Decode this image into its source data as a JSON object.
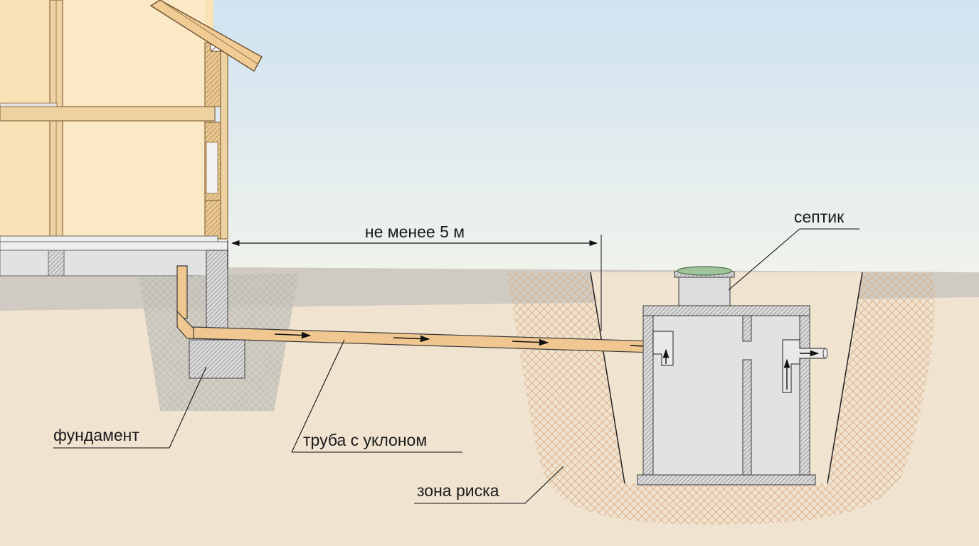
{
  "labels": {
    "distance": "не менее 5 м",
    "septic": "септик",
    "foundation": "фундамент",
    "pipe": "труба с уклоном",
    "risk_zone": "зона риска"
  },
  "colors": {
    "sky_top": "#cfe3f1",
    "sky_bottom": "#f1f3ec",
    "soil": "#f0e3d0",
    "topsoil": "#c9c7c0",
    "house_wall": "#f8e2b6",
    "timber": "#efd2a2",
    "pipe": "#f0c790",
    "risk_hatch": "#d8ae86",
    "concrete": "#dadada",
    "tank_inside": "#e2e2e2",
    "lid": "#9fc59a"
  },
  "icons": {
    "dimension_arrow": "double-arrow",
    "flow_arrow": "arrow-right",
    "up_arrow": "arrow-up"
  }
}
